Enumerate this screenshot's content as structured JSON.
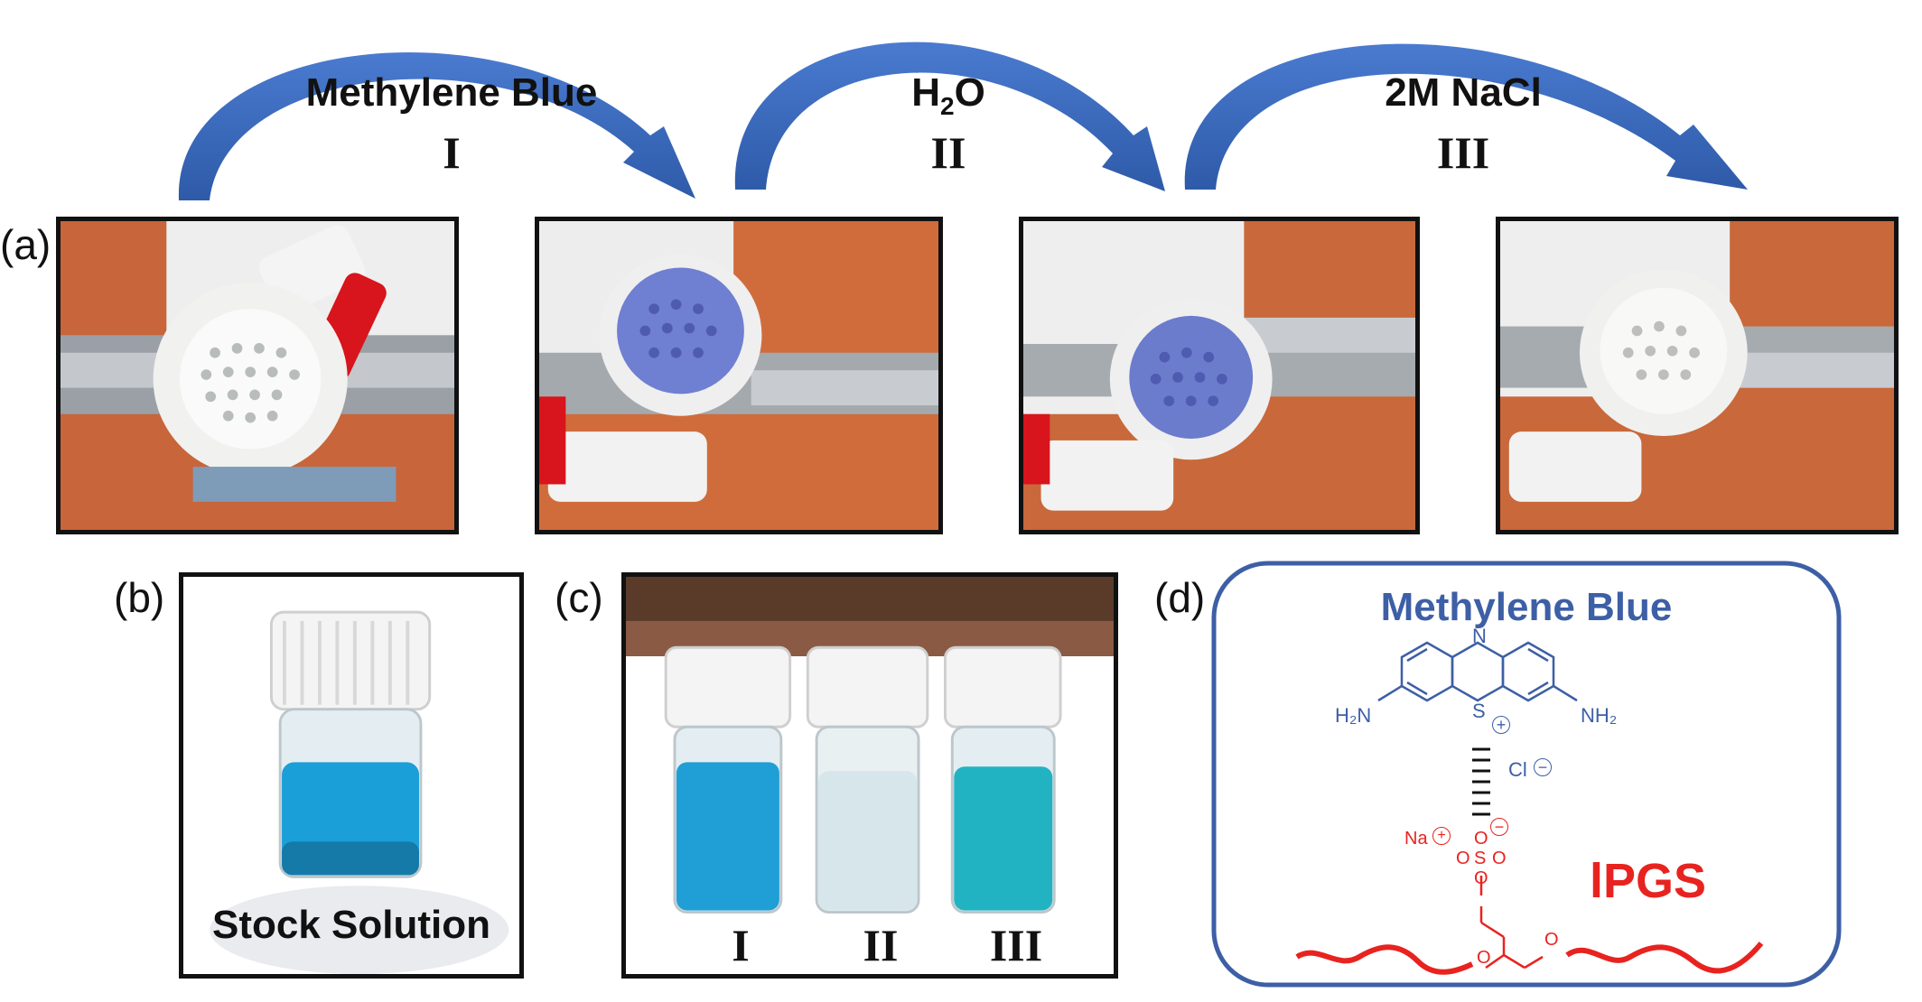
{
  "steps": [
    {
      "title": "Methylene Blue",
      "roman": "I"
    },
    {
      "title": "H",
      "title_sub": "2",
      "title_tail": "O",
      "roman": "II"
    },
    {
      "title": "2M NaCl",
      "roman": "III"
    }
  ],
  "panels": {
    "a": "(a)",
    "b": "(b)",
    "c": "(c)",
    "d": "(d)"
  },
  "panel_b": {
    "caption": "Stock Solution"
  },
  "panel_c": {
    "vials": [
      "I",
      "II",
      "III"
    ]
  },
  "panel_d": {
    "title": "Methylene Blue",
    "n_label": "N",
    "s_label": "S",
    "s_charge": "+",
    "amine_left": "H₂N",
    "amine_right": "NH₂",
    "chloride": "Cl",
    "chloride_charge": "−",
    "sulfate_charge": "−",
    "sodium": "Na",
    "sodium_charge": "+",
    "o_labels": [
      "O",
      "O",
      "O",
      "O",
      "O",
      "O"
    ],
    "sulfur": "S",
    "polymer": "lPGS"
  },
  "colors": {
    "arrow": "#3d6fc4",
    "mb_blue": "#3d5fa6",
    "ipgs_red": "#e8231f",
    "vial_blue": "#1fa0d8"
  }
}
